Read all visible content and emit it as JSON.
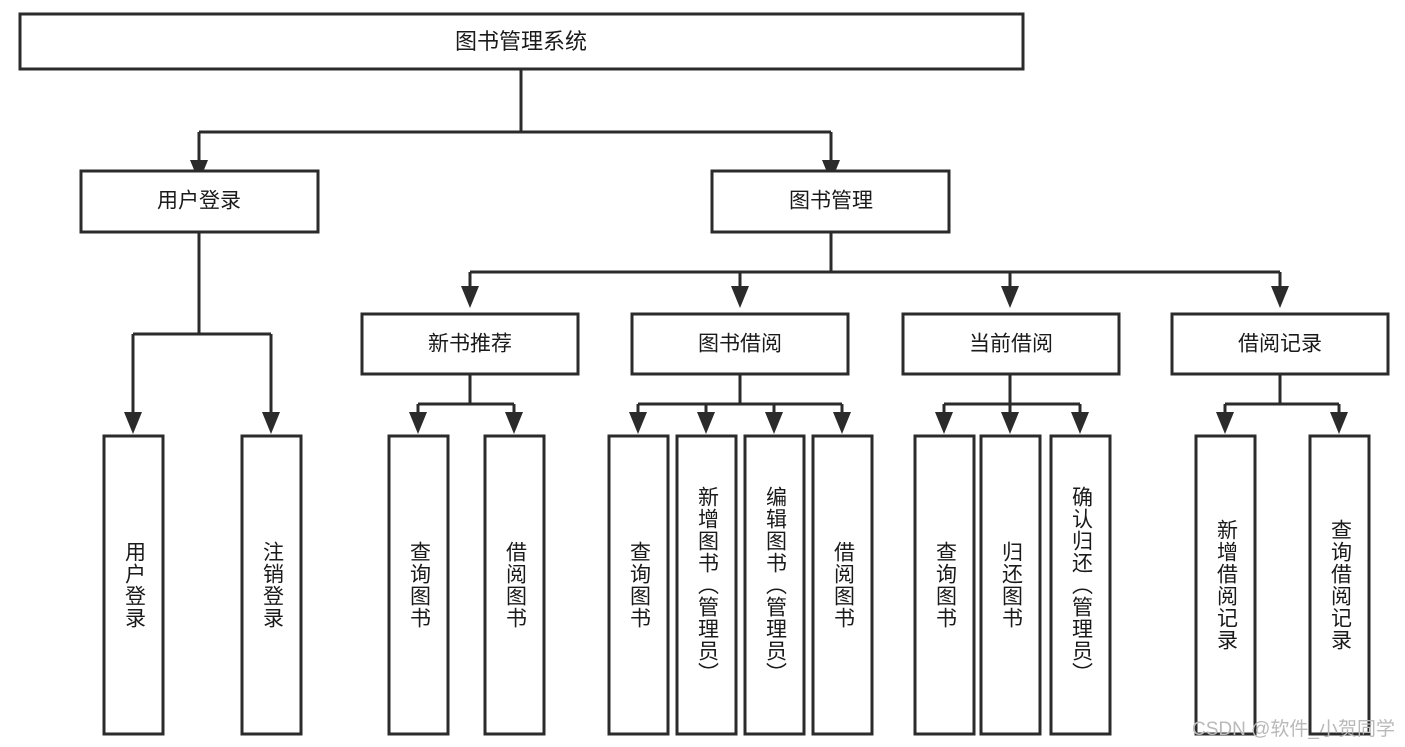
{
  "diagram": {
    "type": "tree",
    "title": "图书管理系统",
    "root": {
      "id": "root",
      "label": "图书管理系统"
    },
    "level2": [
      {
        "id": "user-login",
        "label": "用户登录"
      },
      {
        "id": "book-manage",
        "label": "图书管理"
      }
    ],
    "level3": [
      {
        "id": "new-book-rec",
        "label": "新书推荐",
        "parent": "book-manage"
      },
      {
        "id": "book-borrow",
        "label": "图书借阅",
        "parent": "book-manage"
      },
      {
        "id": "current-borrow",
        "label": "当前借阅",
        "parent": "book-manage"
      },
      {
        "id": "borrow-record",
        "label": "借阅记录",
        "parent": "book-manage"
      }
    ],
    "leaves": [
      {
        "id": "leaf-user-login",
        "label": "用户登录",
        "parent": "user-login"
      },
      {
        "id": "leaf-user-logout",
        "label": "注销登录",
        "parent": "user-login"
      },
      {
        "id": "leaf-query-book-1",
        "label": "查询图书",
        "parent": "new-book-rec"
      },
      {
        "id": "leaf-borrow-book-1",
        "label": "借阅图书",
        "parent": "new-book-rec"
      },
      {
        "id": "leaf-query-book-2",
        "label": "查询图书",
        "parent": "book-borrow"
      },
      {
        "id": "leaf-add-book",
        "label": "新增图书（管理员）",
        "parent": "book-borrow"
      },
      {
        "id": "leaf-edit-book",
        "label": "编辑图书（管理员）",
        "parent": "book-borrow"
      },
      {
        "id": "leaf-borrow-book-2",
        "label": "借阅图书",
        "parent": "book-borrow"
      },
      {
        "id": "leaf-query-book-3",
        "label": "查询图书",
        "parent": "current-borrow"
      },
      {
        "id": "leaf-return-book",
        "label": "归还图书",
        "parent": "current-borrow"
      },
      {
        "id": "leaf-confirm-return",
        "label": "确认归还（管理员）",
        "parent": "current-borrow"
      },
      {
        "id": "leaf-add-record",
        "label": "新增借阅记录",
        "parent": "borrow-record"
      },
      {
        "id": "leaf-query-record",
        "label": "查询借阅记录",
        "parent": "borrow-record"
      }
    ]
  },
  "watermark": {
    "text": "CSDN @软件_小贺同学"
  },
  "colors": {
    "stroke": "#2b2b2b",
    "fill": "#ffffff",
    "text": "#1a1a1a",
    "watermark": "#b9b9b9"
  }
}
